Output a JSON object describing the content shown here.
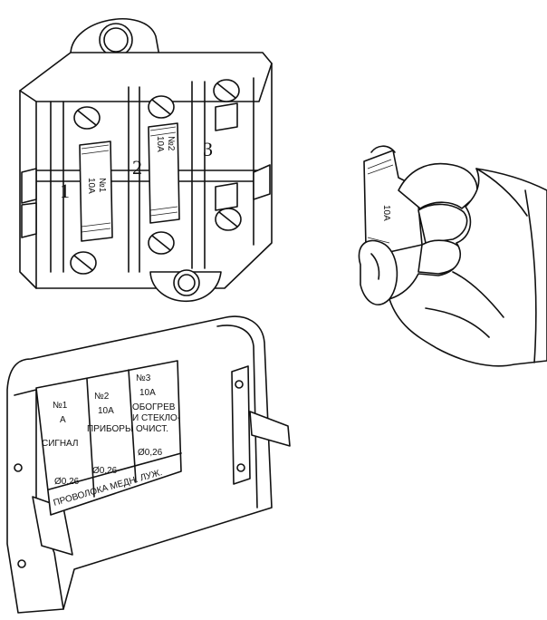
{
  "fuse_block": {
    "slot_numbers": [
      "1",
      "2",
      "3"
    ],
    "fuse1": {
      "top": "№1",
      "bottom": "10A"
    },
    "fuse2": {
      "top": "№2",
      "bottom": "10A"
    }
  },
  "cover_label": {
    "col1": {
      "num": "№1",
      "amp": "A",
      "name": "СИГНАЛ",
      "wire": "Ø0,26"
    },
    "col2": {
      "num": "№2",
      "amp": "10A",
      "name": "ПРИБОРЫ",
      "wire": "Ø0,26"
    },
    "col3": {
      "num": "№3",
      "amp": "10A",
      "name_l1": "ОБОГРЕВ",
      "name_l2": "И СТЕКЛО-",
      "name_l3": "ОЧИСТ.",
      "wire": "Ø0,26"
    },
    "footer": "ПРОВОЛОКА МЕДН. ЛУЖ."
  },
  "hand_fuse": {
    "text": "10A"
  }
}
